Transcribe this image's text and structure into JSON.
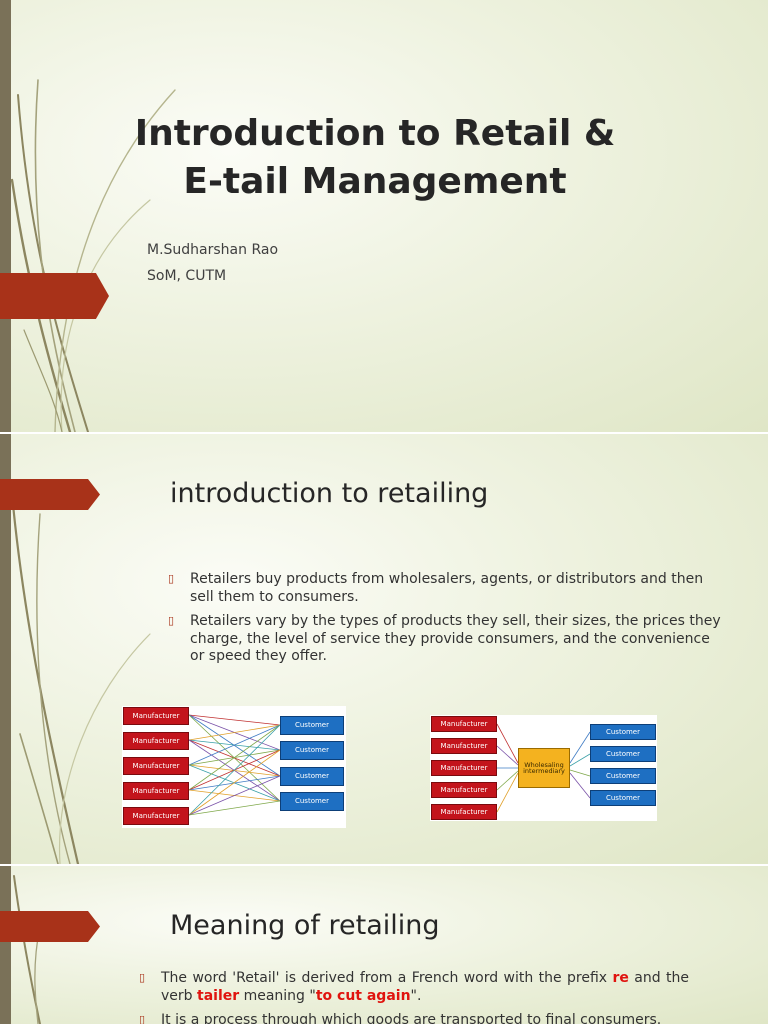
{
  "slide1": {
    "title_line1": "Introduction to Retail &",
    "title_line2": "E-tail Management",
    "author": "M.Sudharshan Rao",
    "affiliation": "SoM, CUTM"
  },
  "slide2": {
    "heading": "introduction to retailing",
    "bullets": [
      "Retailers buy products from wholesalers, agents, or distributors and then sell them to consumers.",
      " Retailers vary by the types of products they sell, their sizes, the prices they charge, the level of service they provide consumers, and the convenience or speed they offer."
    ],
    "diagram_direct": {
      "manufacturers": [
        "Manufacturer",
        "Manufacturer",
        "Manufacturer",
        "Manufacturer",
        "Manufacturer"
      ],
      "customers": [
        "Customer",
        "Customer",
        "Customer",
        "Customer"
      ]
    },
    "diagram_intermediary": {
      "manufacturers": [
        "Manufacturer",
        "Manufacturer",
        "Manufacturer",
        "Manufacturer",
        "Manufacturer"
      ],
      "intermediary_line1": "Wholesaling",
      "intermediary_line2": "intermediary",
      "customers": [
        "Customer",
        "Customer",
        "Customer",
        "Customer"
      ]
    }
  },
  "slide3": {
    "heading": "Meaning of retailing",
    "bullet1": {
      "part1": "The word 'Retail' is derived from a French word with the prefix ",
      "prefix": "re",
      "part2": " and the verb ",
      "verb": "tailer",
      "part3": " meaning \"",
      "meaning": "to cut again",
      "part4": "\"."
    },
    "bullet2": "It is a process through which goods are transported to final consumers."
  },
  "colors": {
    "accent": "#a83219",
    "highlight": "#e0140f",
    "sidebar": "#7a7158"
  }
}
